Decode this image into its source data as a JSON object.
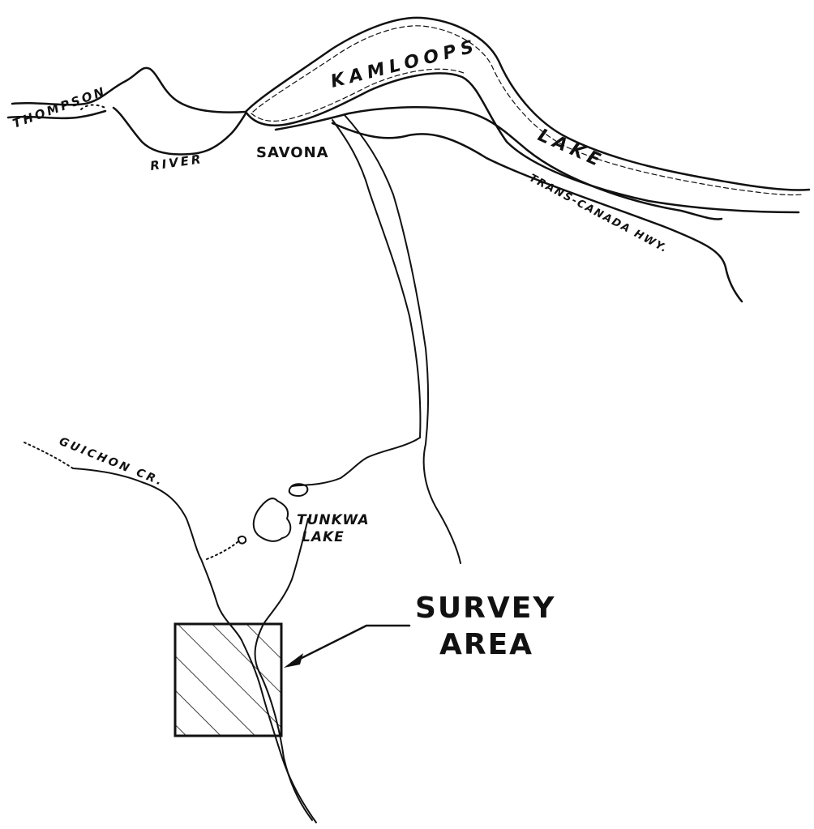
{
  "map": {
    "labels": {
      "kamloops": "KAMLOOPS",
      "lake": "LAKE",
      "thompson": "THOMPSON",
      "river": "RIVER",
      "savona": "SAVONA",
      "trans_canada": "TRANS-CANADA HWY.",
      "guichon": "GUICHON CR.",
      "tunkwa": "TUNKWA",
      "tunkwa_lake": "LAKE",
      "survey": "SURVEY",
      "area": "AREA"
    }
  }
}
